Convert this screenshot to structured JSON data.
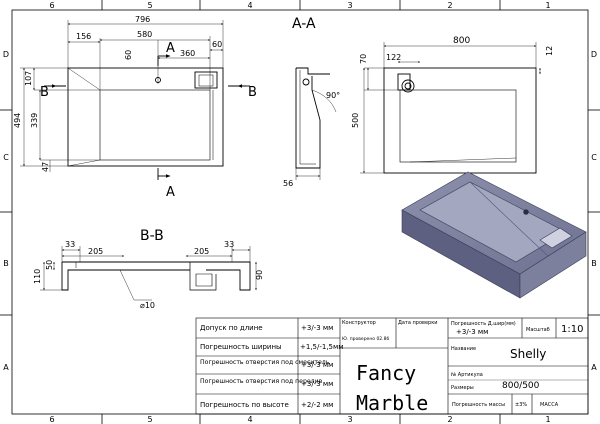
{
  "frame": {
    "top_columns": [
      "6",
      "5",
      "4",
      "3",
      "2",
      "1"
    ],
    "bottom_columns": [
      "6",
      "5",
      "4",
      "3",
      "2",
      "1"
    ],
    "left_rows": [
      "D",
      "C",
      "B",
      "A"
    ],
    "right_rows": [
      "D",
      "C",
      "B",
      "A"
    ]
  },
  "views": {
    "front": {
      "dim_total_width": "796",
      "dim_left": "156",
      "dim_mid": "580",
      "dim_60_top": "60",
      "dim_360": "360",
      "dim_60_right": "60",
      "dim_107": "107",
      "dim_494": "494",
      "dim_339": "339",
      "dim_47": "47",
      "section_a": "A",
      "section_b": "B"
    },
    "section_aa": {
      "title": "A-A",
      "dim_90": "90°",
      "dim_56": "56"
    },
    "side": {
      "dim_800": "800",
      "dim_70": "70",
      "dim_122": "122",
      "dim_12": "12",
      "dim_500": "500"
    },
    "section_bb": {
      "title": "B-B",
      "dim_33_left": "33",
      "dim_205_left": "205",
      "dim_205_right": "205",
      "dim_33_right": "33",
      "dim_50": "50",
      "dim_110": "110",
      "dim_90": "90",
      "dim_dia10": "⌀10"
    }
  },
  "title_block": {
    "tolerances": [
      {
        "label": "Допуск по длине",
        "value": "+3/-3 мм"
      },
      {
        "label": "Погрешность ширины",
        "value": "+1,5/-1,5мм"
      },
      {
        "label": "Погрешность отверстия под смеситель",
        "value": "+3/-3 мм"
      },
      {
        "label": "Погрешность отверстия под перелив",
        "value": "+3/-3 мм"
      },
      {
        "label": "Погрешность по высоте",
        "value": "+2/-2 мм"
      }
    ],
    "col_designer": "Конструктор",
    "col_approved": "Дата проверки",
    "revision_note": "Ю. проверено 02.8б",
    "brand_line1": "Fancy",
    "brand_line2": "Marble",
    "tol_lw_label": "Погрешность Д.шир(мм)",
    "tol_lw_value": "+3/-3 мм",
    "scale_label": "Масштаб",
    "scale_value": "1:10",
    "name_label": "Название",
    "name_value": "Shelly",
    "article_label": "№ Артикула",
    "size_label": "Размеры",
    "size_value": "800/500",
    "mass_tol_label": "Погрешность массы",
    "mass_tol_value": "±3%",
    "mass_label": "МАССА"
  }
}
